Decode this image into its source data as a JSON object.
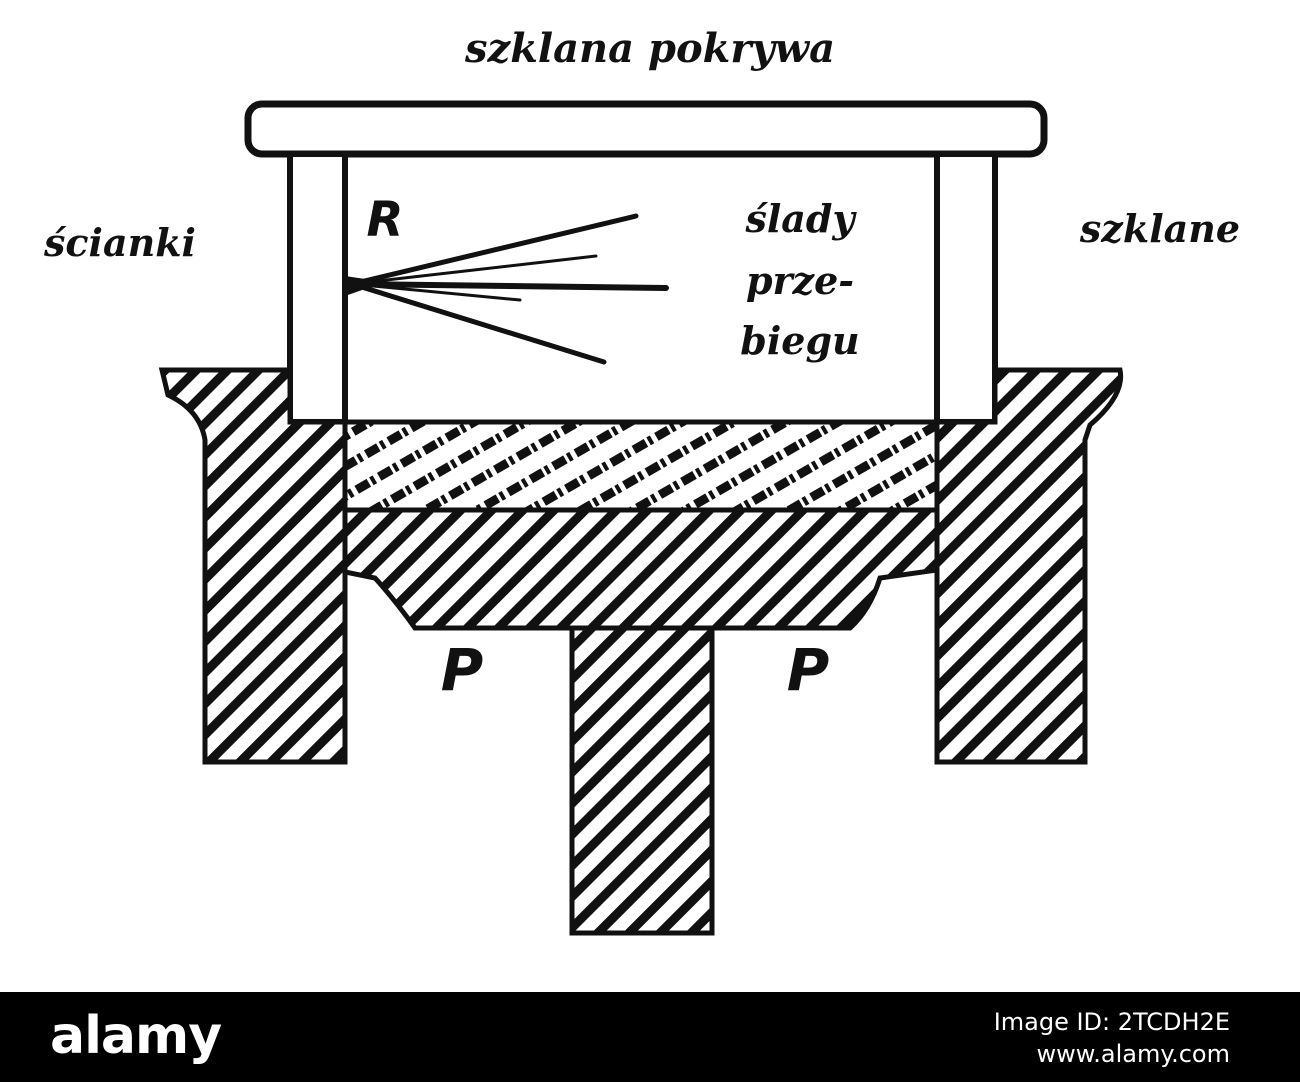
{
  "diagram": {
    "labels": {
      "top_lid": "szklana pokrywa",
      "left_walls": "ścianki",
      "right_walls": "szklane",
      "source": "R",
      "tracks_line1": "ślady",
      "tracks_line2": "prze-",
      "tracks_line3": "biegu",
      "piston_left": "P",
      "piston_right": "P"
    }
  },
  "footer": {
    "logo": "alamy",
    "image_id": "Image ID: 2TCDH2E",
    "url": "www.alamy.com",
    "background": "#000000",
    "text_color": "#ffffff"
  }
}
